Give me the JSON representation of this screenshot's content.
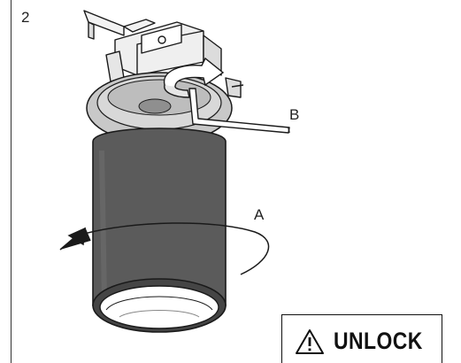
{
  "step": {
    "number": "2"
  },
  "callouts": {
    "a": "A",
    "b": "B"
  },
  "badge": {
    "label": "UNLOCK",
    "icon": "warning-triangle-icon"
  },
  "colors": {
    "cylinder": "#5b5b5b",
    "cylinder_dark": "#454545",
    "collar": "#c8c8c8",
    "outline": "#1a1a1a"
  }
}
